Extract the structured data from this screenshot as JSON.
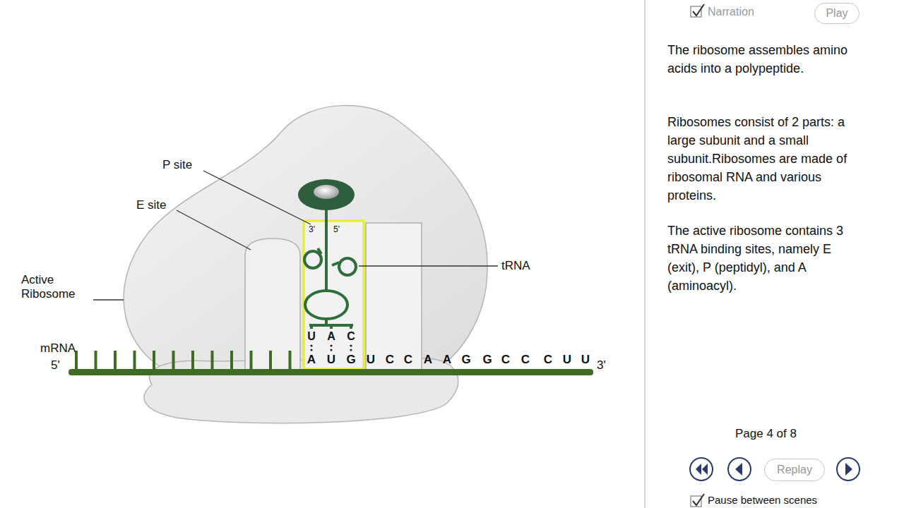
{
  "diagram": {
    "nodes": [
      {
        "text": [
          "Play"
        ]
      },
      {
        "text": [
          "Replay"
        ]
      }
    ],
    "labels": [
      "P site",
      "E site",
      "Active Ribosome",
      "tRNA",
      "mRNA",
      "5'",
      "3'",
      "3'",
      "5'",
      "U",
      "A",
      "C",
      "A",
      "U",
      "G",
      "U",
      "C",
      "C",
      "A",
      "A",
      "G",
      "G",
      "C",
      "C",
      "C",
      "U",
      "U",
      "Narration",
      "The ribosome assembles amino acids into a polypeptide.",
      "Ribosomes consist of 2 parts: a large subunit and a small subunit.Ribosomes are made of ribosomal RNA and various proteins.",
      "The active ribosome contains 3 tRNA binding sites, namely E (exit), P (peptidyl), and A (aminoacyl).",
      "Page 4 of 8",
      "Pause between scenes"
    ]
  }
}
